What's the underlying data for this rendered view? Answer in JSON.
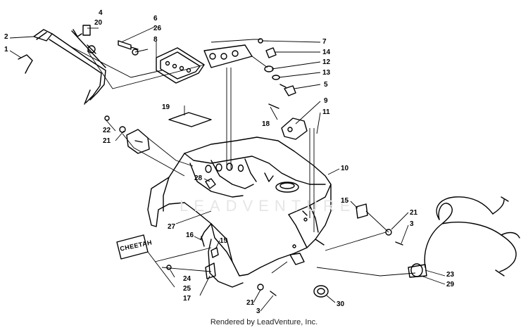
{
  "diagram": {
    "callouts": [
      {
        "id": "c1",
        "text": "1"
      },
      {
        "id": "c2",
        "text": "2"
      },
      {
        "id": "c3a",
        "text": "3"
      },
      {
        "id": "c3b",
        "text": "3"
      },
      {
        "id": "c4",
        "text": "4"
      },
      {
        "id": "c5",
        "text": "5"
      },
      {
        "id": "c6",
        "text": "6"
      },
      {
        "id": "c7",
        "text": "7"
      },
      {
        "id": "c8",
        "text": "8"
      },
      {
        "id": "c9",
        "text": "9"
      },
      {
        "id": "c10",
        "text": "10"
      },
      {
        "id": "c11",
        "text": "11"
      },
      {
        "id": "c12",
        "text": "12"
      },
      {
        "id": "c13",
        "text": "13"
      },
      {
        "id": "c14",
        "text": "14"
      },
      {
        "id": "c15a",
        "text": "15"
      },
      {
        "id": "c15b",
        "text": "15"
      },
      {
        "id": "c16",
        "text": "16"
      },
      {
        "id": "c17",
        "text": "17"
      },
      {
        "id": "c18",
        "text": "18"
      },
      {
        "id": "c19",
        "text": "19"
      },
      {
        "id": "c20",
        "text": "20"
      },
      {
        "id": "c21a",
        "text": "21"
      },
      {
        "id": "c21b",
        "text": "21"
      },
      {
        "id": "c21c",
        "text": "21"
      },
      {
        "id": "c22",
        "text": "22"
      },
      {
        "id": "c23",
        "text": "23"
      },
      {
        "id": "c24",
        "text": "24"
      },
      {
        "id": "c25",
        "text": "25"
      },
      {
        "id": "c26",
        "text": "26"
      },
      {
        "id": "c27",
        "text": "27"
      },
      {
        "id": "c28",
        "text": "28"
      },
      {
        "id": "c29",
        "text": "29"
      },
      {
        "id": "c30",
        "text": "30"
      }
    ],
    "decal_text": "CHEETAH",
    "watermark_text": "LEADVENTURE",
    "footer_text": "Rendered by LeadVenture, Inc."
  }
}
